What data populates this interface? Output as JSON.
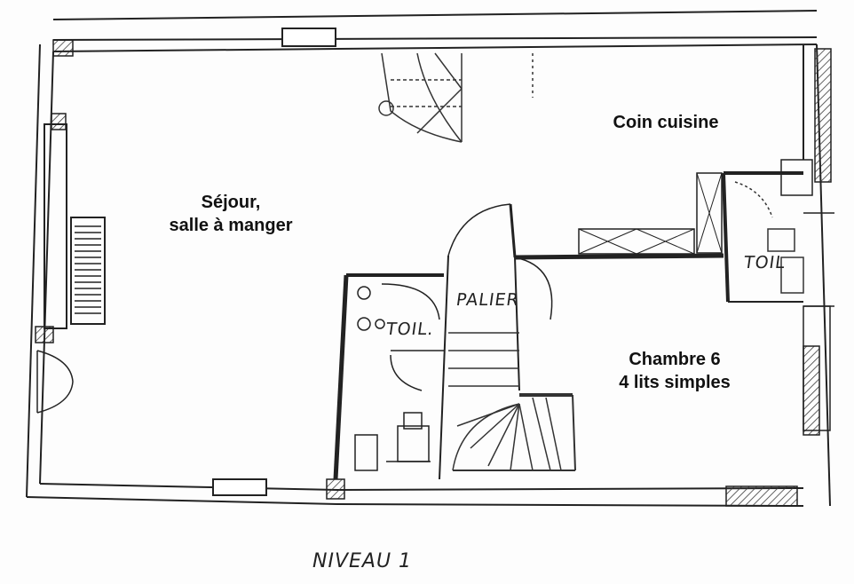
{
  "rooms": {
    "sejour": {
      "line1": "Séjour,",
      "line2": "salle à manger"
    },
    "coin_cuisine": "Coin cuisine",
    "chambre": {
      "line1": "Chambre 6",
      "line2": "4 lits simples"
    }
  },
  "plan_labels": {
    "palier": "PALIER",
    "toilet_left": "TOIL.",
    "toilet_right": "TOIL"
  },
  "level_title": "NIVEAU 1"
}
